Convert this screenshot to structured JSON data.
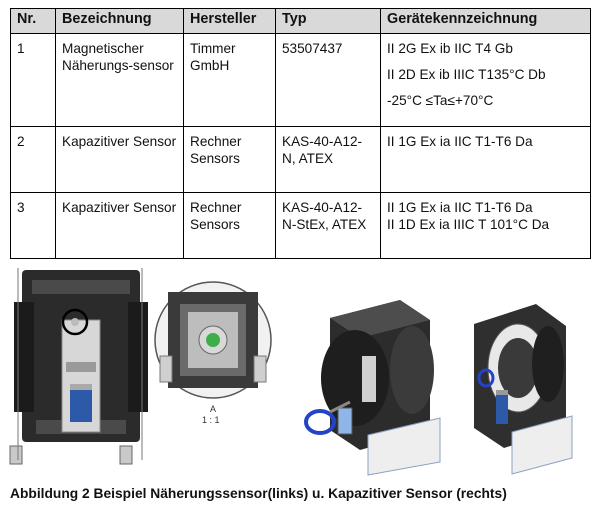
{
  "table": {
    "headers": [
      "Nr.",
      "Bezeichnung",
      "Hersteller",
      "Typ",
      "Gerätekennzeichnung"
    ],
    "rows": [
      {
        "nr": "1",
        "bezeichnung": "Magnetischer Näherungs-sensor",
        "hersteller": "Timmer GmbH",
        "typ": "53507437",
        "kennzeichnung": [
          "II 2G Ex ib IIC T4 Gb",
          "II 2D Ex ib IIIC T135°C Db",
          "-25°C ≤Ta≤+70°C"
        ]
      },
      {
        "nr": "2",
        "bezeichnung": "Kapazitiver Sensor",
        "hersteller": "Rechner Sensors",
        "typ": "KAS-40-A12-N, ATEX",
        "kennzeichnung": [
          "II 1G Ex ia IIC T1-T6 Da"
        ]
      },
      {
        "nr": "3",
        "bezeichnung": "Kapazitiver Sensor",
        "hersteller": "Rechner Sensors",
        "typ": "KAS-40-A12-N-StEx, ATEX",
        "kennzeichnung": [
          "II 1G Ex ia IIC T1-T6 Da",
          "II 1D Ex ia IIIC T 101°C Da"
        ]
      }
    ]
  },
  "figure": {
    "detail_label": "A",
    "detail_scale": "1 : 1"
  },
  "caption": "Abbildung 2 Beispiel Näherungssensor(links) u. Kapazitiver Sensor (rechts)"
}
